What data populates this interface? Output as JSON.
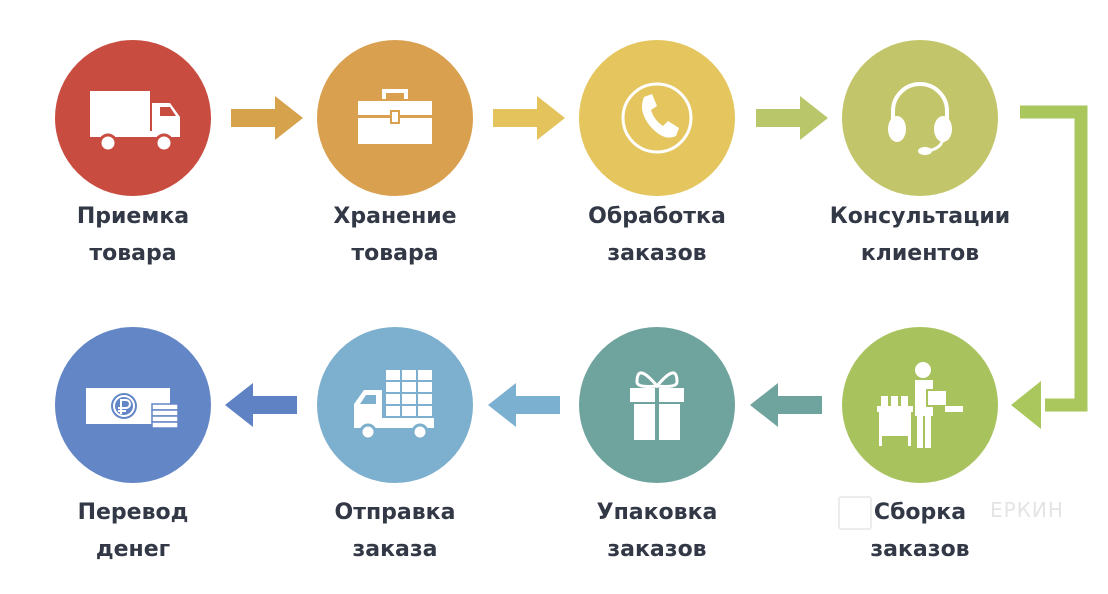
{
  "steps": [
    {
      "line1": "Приемка",
      "line2": "товара",
      "icon": "truck-icon",
      "color": "#c94c40"
    },
    {
      "line1": "Хранение",
      "line2": "товара",
      "icon": "toolbox-icon",
      "color": "#d9a14f"
    },
    {
      "line1": "Обработка",
      "line2": "заказов",
      "icon": "phone-icon",
      "color": "#e5c55d"
    },
    {
      "line1": "Консультации",
      "line2": "клиентов",
      "icon": "headset-icon",
      "color": "#c3c56a"
    },
    {
      "line1": "Сборка",
      "line2": "заказов",
      "icon": "worker-icon",
      "color": "#a8c35e"
    },
    {
      "line1": "Упаковка",
      "line2": "заказов",
      "icon": "gift-icon",
      "color": "#6fa39d"
    },
    {
      "line1": "Отправка",
      "line2": "заказа",
      "icon": "loaded-truck-icon",
      "color": "#7db0cf"
    },
    {
      "line1": "Перевод",
      "line2": "денег",
      "icon": "money-icon",
      "color": "#6286c6"
    }
  ],
  "watermark": "ЕРКИН"
}
